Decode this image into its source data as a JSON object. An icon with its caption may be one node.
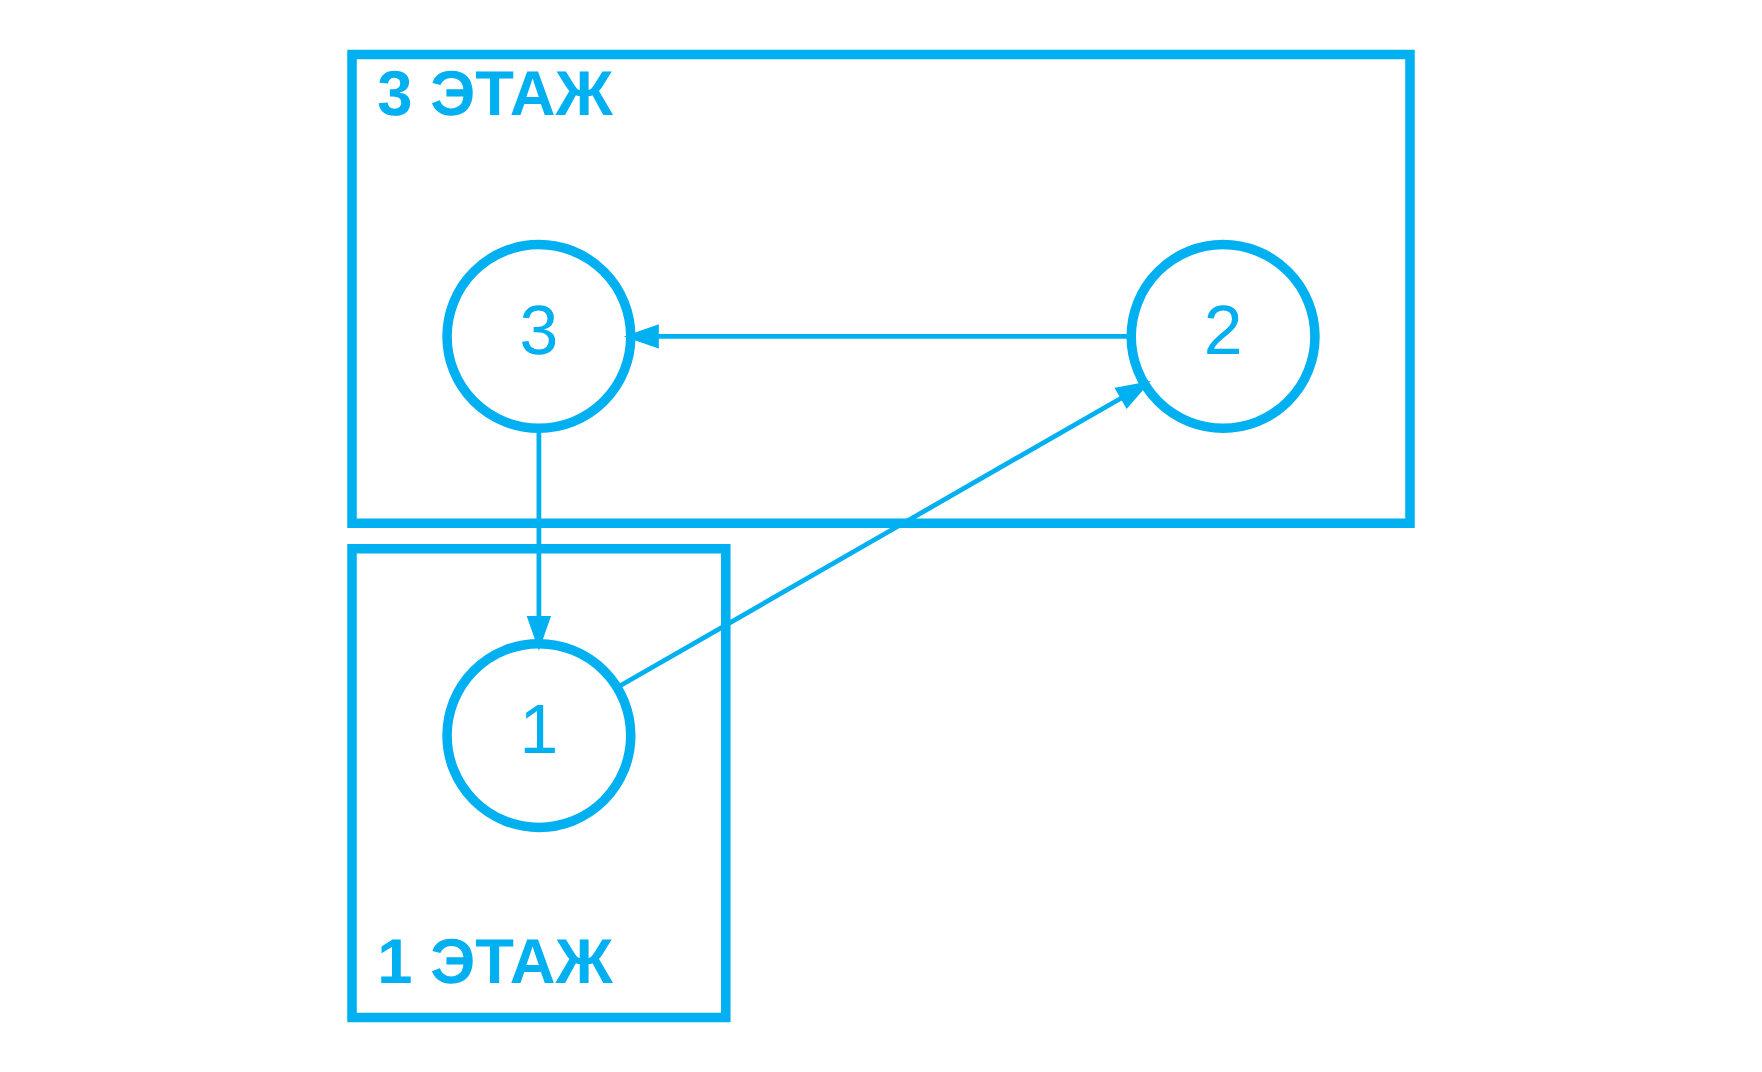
{
  "diagram": {
    "nodes": [
      {
        "text": [
          "3 ЭТАЖ"
        ]
      },
      {
        "text": [
          "3"
        ],
        "in": 0
      },
      {
        "text": [
          "2"
        ],
        "in": 0
      },
      {
        "text": [
          "1 ЭТАЖ"
        ]
      },
      {
        "text": [
          "1"
        ],
        "in": 3
      }
    ],
    "edges": [
      {
        "from": 4,
        "to": 2,
        "arrow": "to"
      },
      {
        "from": 2,
        "to": 1,
        "arrow": "to"
      },
      {
        "from": 1,
        "to": 4,
        "arrow": "to"
      }
    ]
  }
}
